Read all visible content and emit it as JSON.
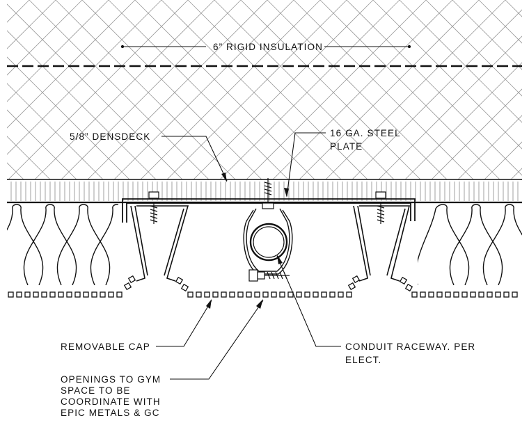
{
  "labels": {
    "rigid_insulation": "6” RIGID INSULATION",
    "densdeck": "5/8” DENSDECK",
    "steel_plate_1": "16 GA. STEEL",
    "steel_plate_2": "PLATE",
    "removable_cap": "REMOVABLE CAP",
    "openings_1": "OPENINGS TO GYM",
    "openings_2": "SPACE TO BE",
    "openings_3": "COORDINATE WITH",
    "openings_4": "EPIC METALS & GC",
    "conduit_1": "CONDUIT RACEWAY. PER",
    "conduit_2": "ELECT."
  }
}
